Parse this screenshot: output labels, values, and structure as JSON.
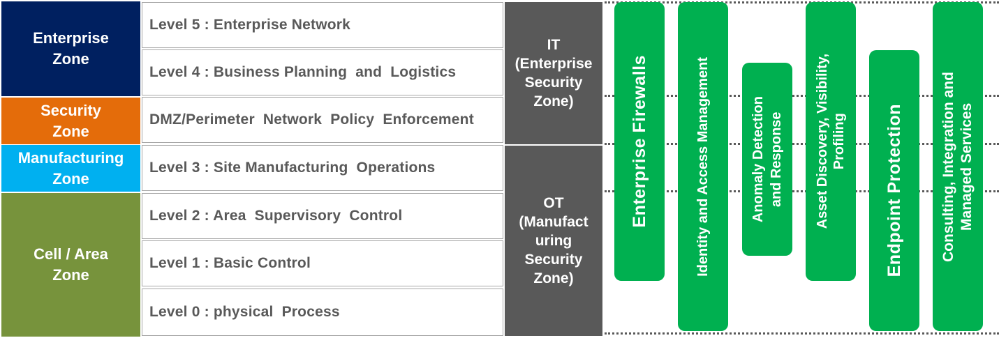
{
  "zones": [
    {
      "label": "Enterprise\nZone",
      "color": "#002060"
    },
    {
      "label": "Security\nZone",
      "color": "#e46c0a"
    },
    {
      "label": "Manufacturing\nZone",
      "color": "#00b0f0"
    },
    {
      "label": "Cell / Area\nZone",
      "color": "#77933c"
    }
  ],
  "levels": [
    "Level 5 : Enterprise Network",
    "Level 4 : Business Planning  and  Logistics",
    "DMZ/Perimeter  Network  Policy  Enforcement",
    "Level 3 : Site Manufacturing  Operations",
    "Level 2 : Area  Supervisory  Control",
    "Level 1 : Basic Control",
    "Level 0 : physical  Process"
  ],
  "security_zones": [
    {
      "label": "IT\n(Enterprise\nSecurity\nZone)"
    },
    {
      "label": "OT\n(Manufact\nuring\nSecurity\nZone)"
    }
  ],
  "solutions": [
    {
      "label": "Enterprise  Firewalls",
      "color": "#00b050"
    },
    {
      "label": "Identity and Access Management",
      "color": "#00b050"
    },
    {
      "label": "Anomaly Detection\nand Response",
      "color": "#00b050"
    },
    {
      "label": "Asset Discovery,  Visibility,\nProfiling",
      "color": "#00b050"
    },
    {
      "label": "Endpoint  Protection",
      "color": "#00b050"
    },
    {
      "label": "Consulting,  Integration and\nManaged Services",
      "color": "#00b050"
    }
  ]
}
